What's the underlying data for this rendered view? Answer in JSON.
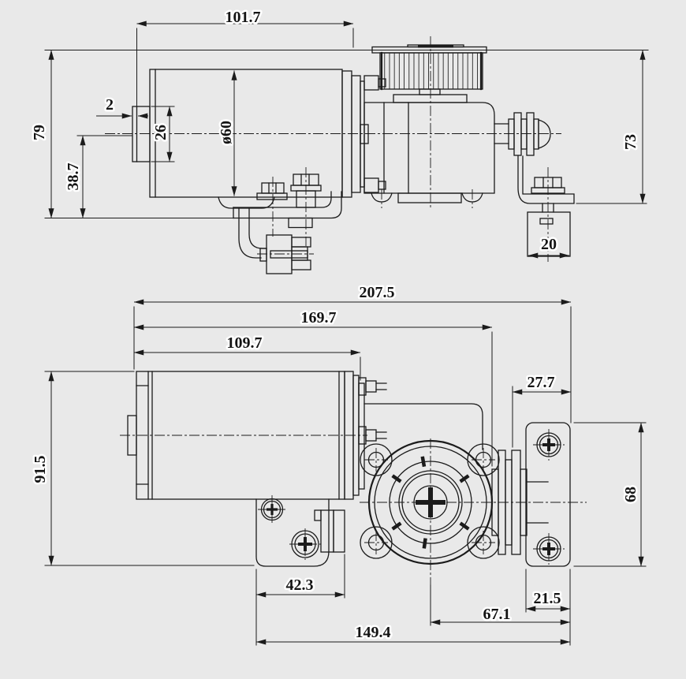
{
  "colors": {
    "background": "#e9e9e9",
    "line": "#1b1b1b"
  },
  "dims": {
    "top": {
      "length_to_coupling": "101.7",
      "overall_height": "79",
      "rib_width": "2",
      "boss_height": "26",
      "motor_diameter": "ø60",
      "axis_height": "38.7",
      "bracket_height": "73",
      "nut_width": "20"
    },
    "bottom": {
      "overall_length": "207.5",
      "length_to_flange": "169.7",
      "motor_length": "109.7",
      "overall_width": "91.5",
      "flange_to_plate": "27.7",
      "plate_height": "68",
      "bracket_width": "42.3",
      "plate_width": "21.5",
      "center_to_plate": "67.1",
      "mount_span": "149.4"
    }
  }
}
